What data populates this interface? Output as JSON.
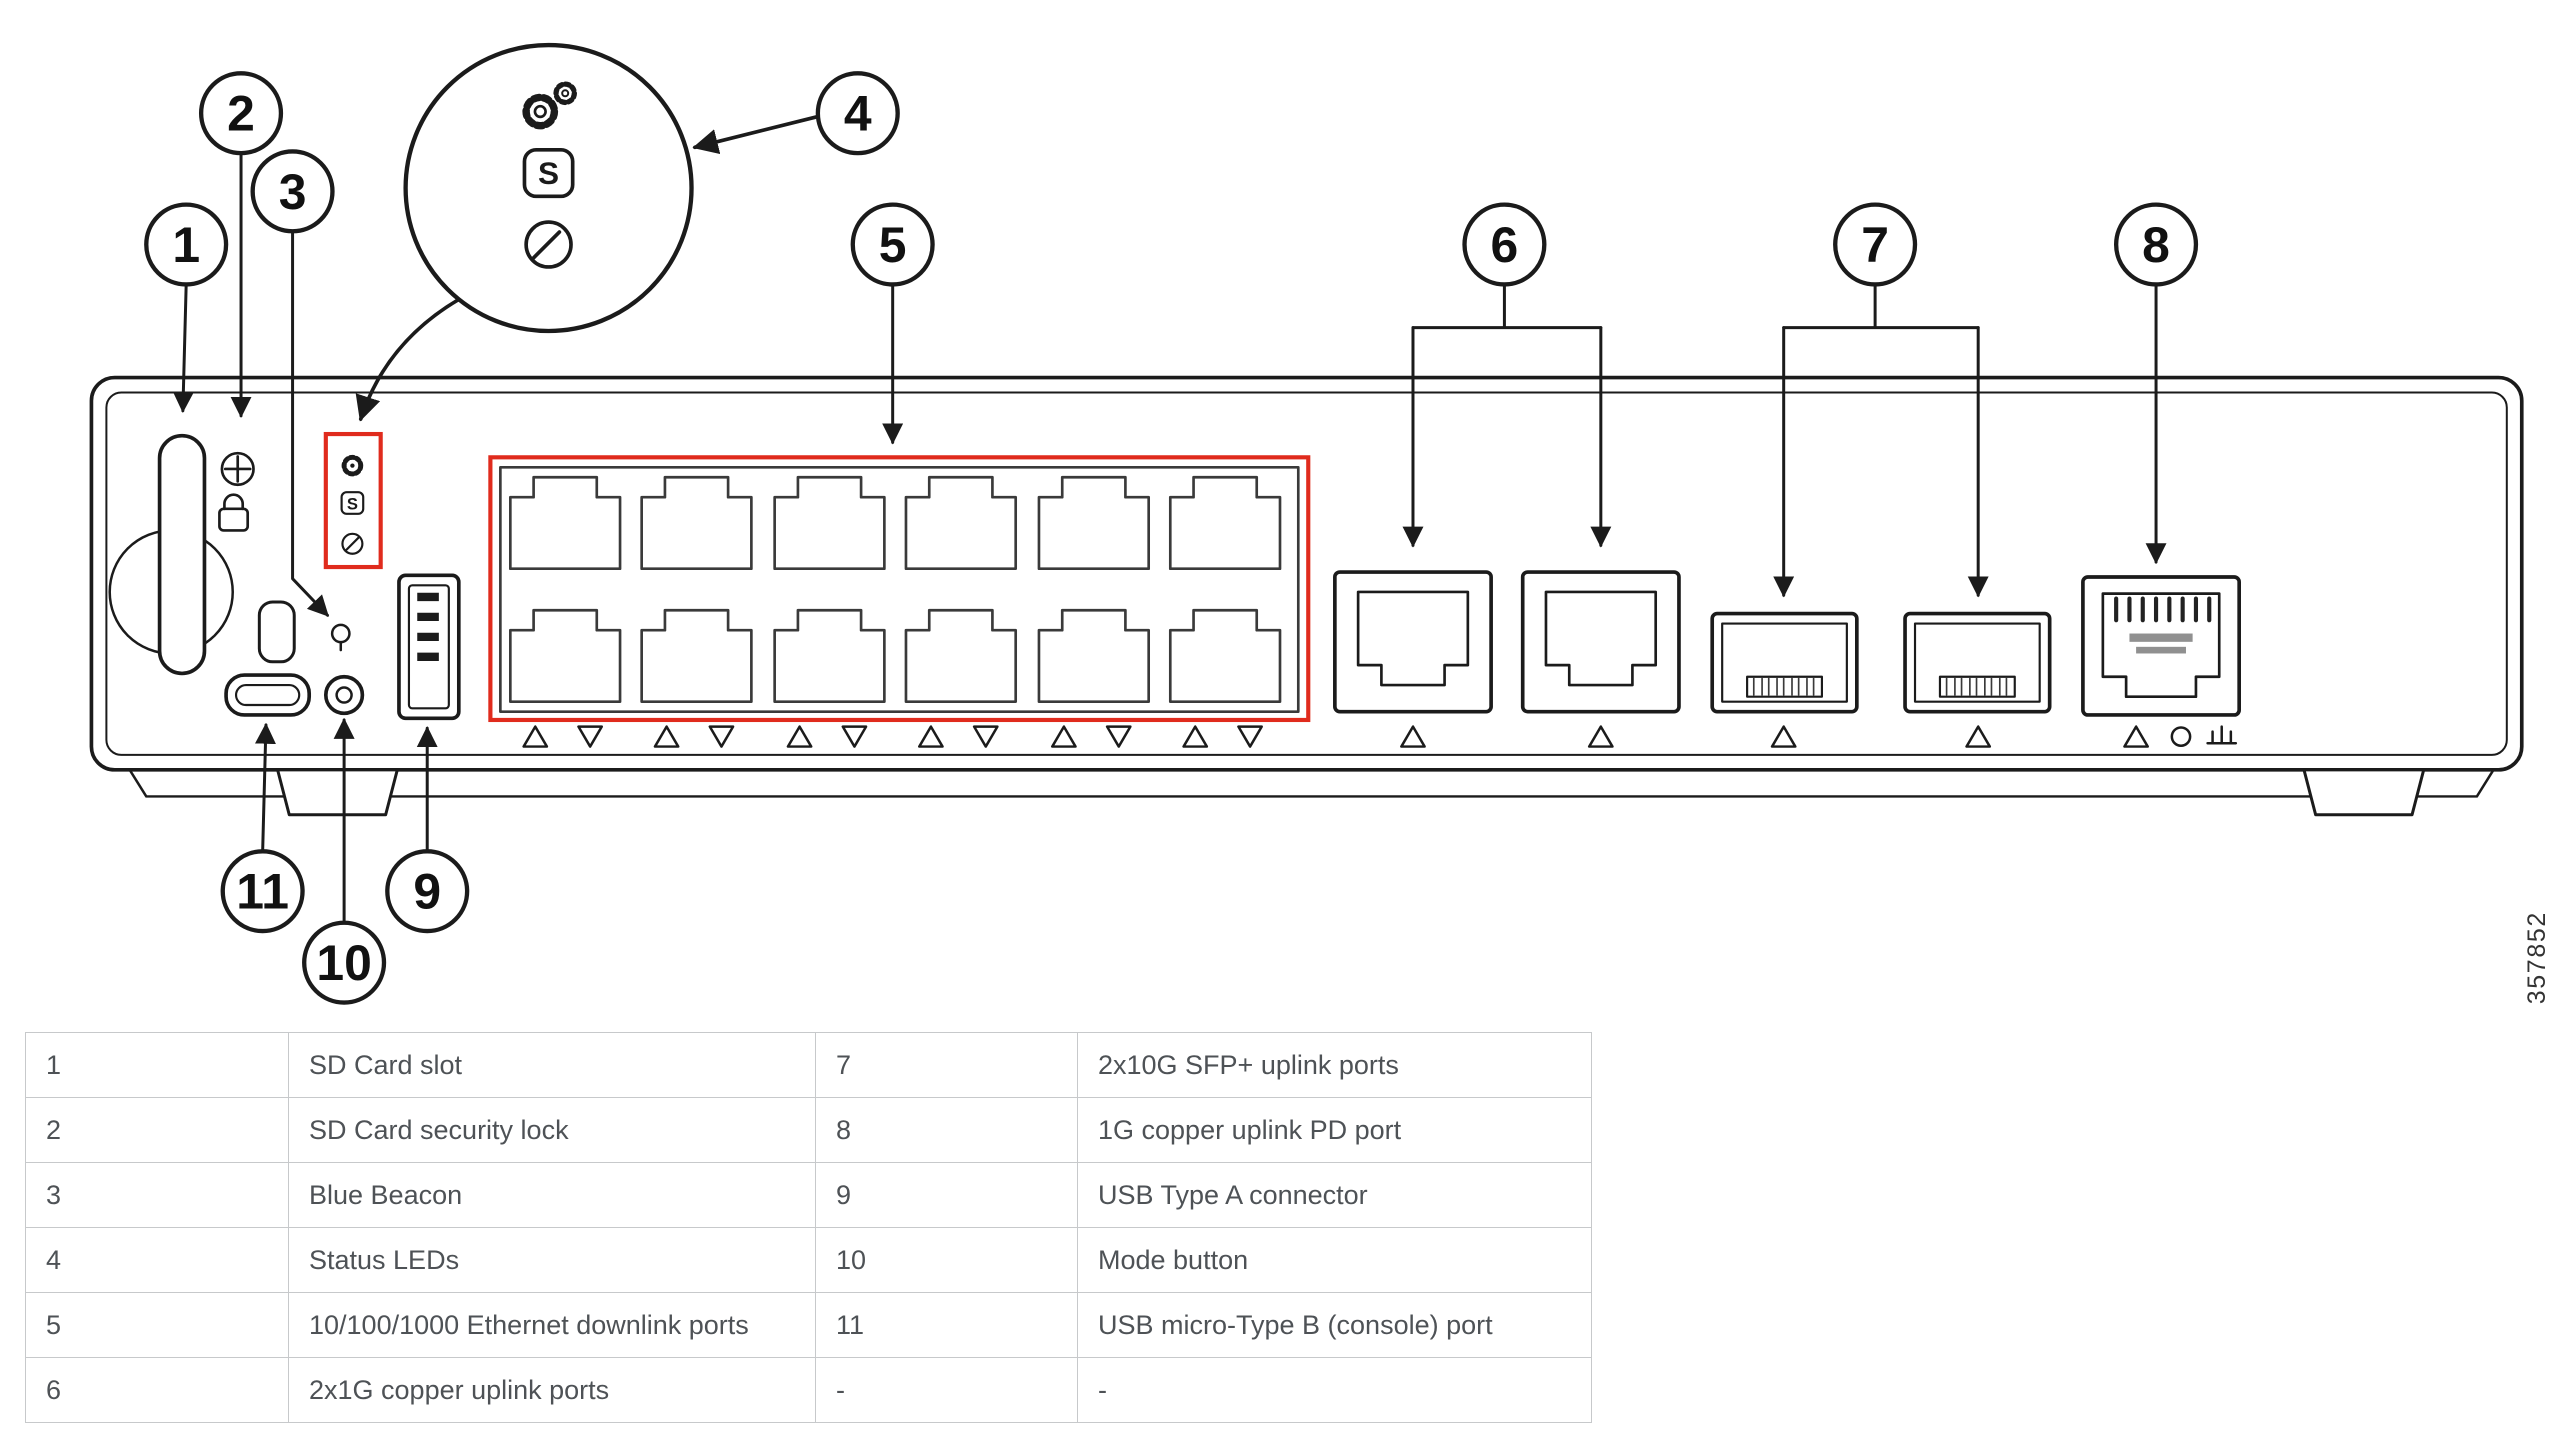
{
  "figure_number": "357852",
  "colors": {
    "highlight_red": "#e02b1d"
  },
  "callouts": {
    "n1": "1",
    "n2": "2",
    "n3": "3",
    "n4": "4",
    "n5": "5",
    "n6": "6",
    "n7": "7",
    "n8": "8",
    "n9": "9",
    "n10": "10",
    "n11": "11"
  },
  "status_leds": {
    "s_label": "S",
    "icons": [
      "gears-icon",
      "s-badge-icon",
      "pen-icon"
    ]
  },
  "legend": {
    "rows": [
      {
        "n1": "1",
        "l1": "SD Card slot",
        "n2": "7",
        "l2": "2x10G SFP+ uplink ports"
      },
      {
        "n1": "2",
        "l1": "SD Card security lock",
        "n2": "8",
        "l2": "1G copper uplink PD port"
      },
      {
        "n1": "3",
        "l1": "Blue Beacon",
        "n2": "9",
        "l2": "USB Type A connector"
      },
      {
        "n1": "4",
        "l1": "Status LEDs",
        "n2": "10",
        "l2": "Mode button"
      },
      {
        "n1": "5",
        "l1": "10/100/1000 Ethernet downlink ports",
        "n2": "11",
        "l2": "USB micro-Type B (console) port"
      },
      {
        "n1": "6",
        "l1": "2x1G copper uplink ports",
        "n2": "-",
        "l2": "-"
      }
    ]
  }
}
